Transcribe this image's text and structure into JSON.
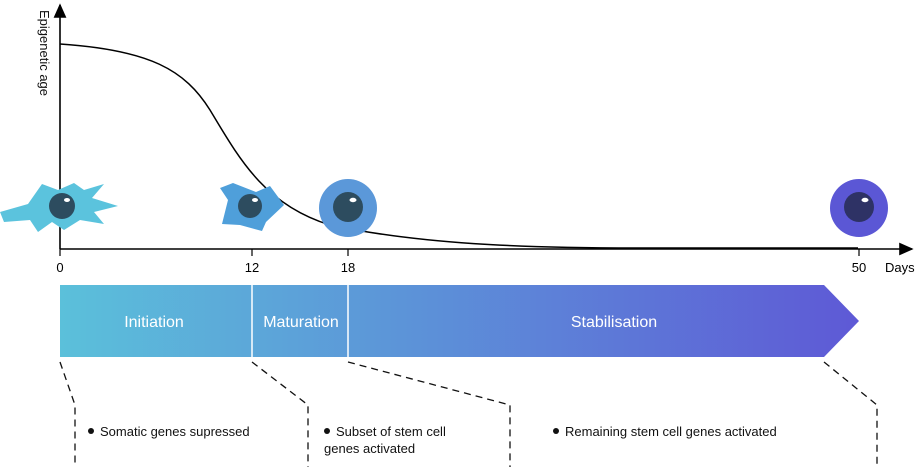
{
  "axes": {
    "ylabel": "Epigenetic age",
    "xunit": "Days",
    "ticks": [
      "0",
      "12",
      "18",
      "50"
    ]
  },
  "phases": [
    {
      "label": "Initiation"
    },
    {
      "label": "Maturation"
    },
    {
      "label": "Stabilisation"
    }
  ],
  "notes": [
    {
      "lines": [
        "Somatic genes supressed"
      ]
    },
    {
      "lines": [
        "Subset of stem cell",
        "genes activated"
      ]
    },
    {
      "lines": [
        "Remaining stem cell genes activated"
      ]
    }
  ],
  "cells": [
    {
      "name": "fibroblast-cell-icon"
    },
    {
      "name": "intermediate-cell-icon"
    },
    {
      "name": "early-stem-cell-icon"
    },
    {
      "name": "stem-cell-icon"
    }
  ],
  "colors": {
    "gradient_start": "#5BC0DA",
    "gradient_end": "#5E59D6",
    "fibroblast": "#5BC3DD",
    "intermediate": "#4F9FDA",
    "early_stem": "#5B98D9",
    "stem": "#5B57D5",
    "nucleus_dark": "#2D4C5F",
    "nucleus_stem": "#2E3265"
  }
}
